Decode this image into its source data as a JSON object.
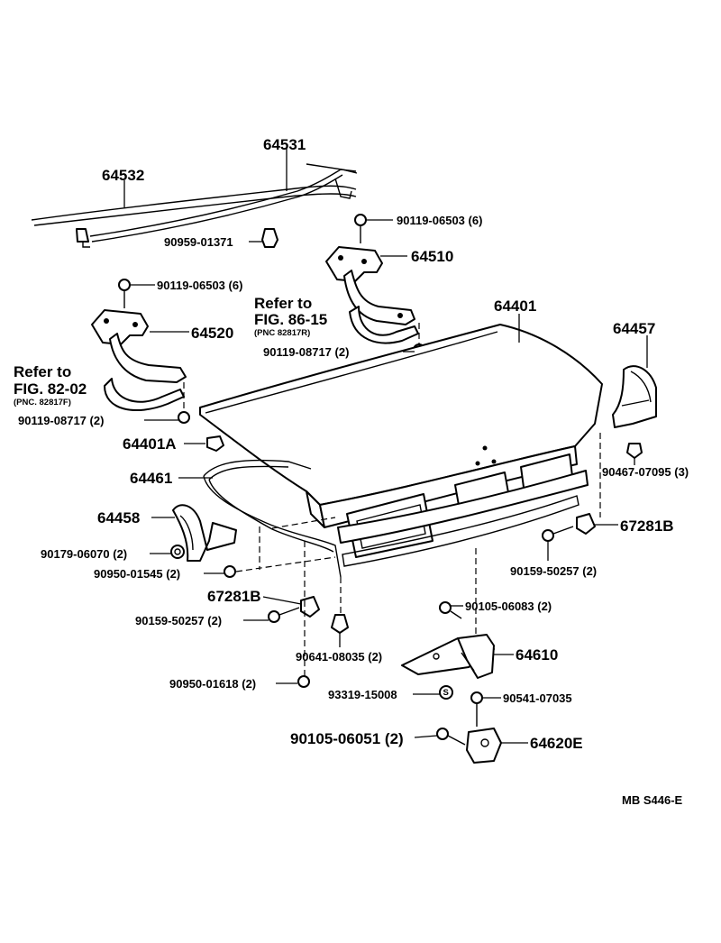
{
  "labels": {
    "p64531": "64531",
    "p64532": "64532",
    "p90959_01371": "90959-01371",
    "p90119_06503_right": "90119-06503 (6)",
    "p64510": "64510",
    "p90119_06503_left": "90119-06503 (6)",
    "refer_right_1": "Refer to",
    "refer_right_2": "FIG. 86-15",
    "refer_right_3": "(PNC 82817R)",
    "p64401": "64401",
    "p64457": "64457",
    "p64520": "64520",
    "refer_left_1": "Refer to",
    "refer_left_2": "FIG. 82-02",
    "refer_left_3": "(PNC. 82817F)",
    "p90119_08717_right": "90119-08717 (2)",
    "p90119_08717_left": "90119-08717 (2)",
    "p64401A": "64401A",
    "p90467_07095": "90467-07095 (3)",
    "p64461": "64461",
    "p64458": "64458",
    "p67281B_right": "67281B",
    "p90179_06070": "90179-06070 (2)",
    "p90159_50257_right": "90159-50257 (2)",
    "p90950_01545": "90950-01545 (2)",
    "p67281B_left": "67281B",
    "p90105_06083": "90105-06083 (2)",
    "p90159_50257_left": "90159-50257 (2)",
    "p90641_08035": "90641-08035 (2)",
    "p64610": "64610",
    "p90950_01618": "90950-01618 (2)",
    "p93319_15008": "93319-15008",
    "p90541_07035": "90541-07035",
    "p90105_06051": "90105-06051 (2)",
    "p64620E": "64620E",
    "ref_code": "MB S446-E"
  }
}
